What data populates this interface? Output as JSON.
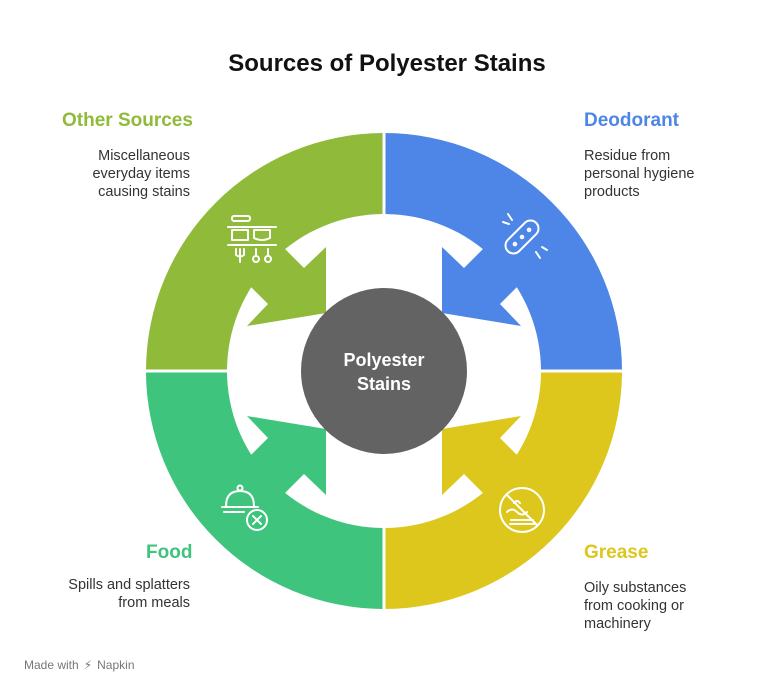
{
  "title": "Sources of Polyester Stains",
  "center": {
    "line1": "Polyester",
    "line2": "Stains"
  },
  "sections": {
    "other": {
      "title": "Other Sources",
      "desc": "Miscellaneous everyday items causing stains",
      "color": "#8fba3a",
      "icon": "kitchen-utensils-icon"
    },
    "deodorant": {
      "title": "Deodorant",
      "desc": "Residue from personal hygiene products",
      "color": "#4d86e6",
      "icon": "deodorant-stick-icon"
    },
    "food": {
      "title": "Food",
      "desc": "Spills and splatters from meals",
      "color": "#3ec47c",
      "icon": "cloche-no-food-icon"
    },
    "grease": {
      "title": "Grease",
      "desc": "Oily substances from cooking or machinery",
      "color": "#ddc71d",
      "icon": "no-grease-icon"
    }
  },
  "center_color": "#636363",
  "footer": {
    "made_with": "Made with",
    "brand": "Napkin"
  }
}
